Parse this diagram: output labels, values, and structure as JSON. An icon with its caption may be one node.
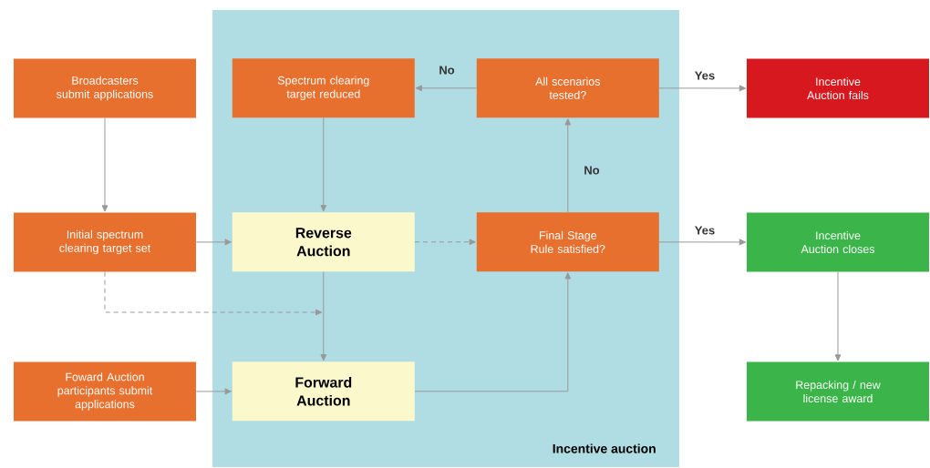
{
  "diagram": {
    "nodes": [
      {
        "text": [
          "Incentive auction"
        ]
      },
      {
        "text": [
          "Broadcasters submit applications"
        ]
      },
      {
        "text": [
          "Spectrum clearing target reduced"
        ],
        "in": 0
      },
      {
        "text": [
          "All scenarios tested?"
        ],
        "in": 0
      },
      {
        "text": [
          "Incentive Auction fails"
        ]
      },
      {
        "text": [
          "Initial spectrum clearing target set"
        ]
      },
      {
        "text": [
          "Reverse Auction"
        ],
        "in": 0
      },
      {
        "text": [
          "Final Stage Rule satisfied?"
        ],
        "in": 0
      },
      {
        "text": [
          "Incentive Auction closes"
        ]
      },
      {
        "text": [
          "Foward Auction participants submit applications"
        ]
      },
      {
        "text": [
          "Forward Auction"
        ],
        "in": 0
      },
      {
        "text": [
          "Repacking / new license award"
        ]
      }
    ],
    "edges": [
      {
        "from": 3,
        "to": 2,
        "arrow": "to",
        "label": "No"
      },
      {
        "from": 3,
        "to": 4,
        "arrow": "to",
        "label": "Yes"
      },
      {
        "from": 1,
        "to": 5,
        "arrow": "to"
      },
      {
        "from": 5,
        "to": 6,
        "arrow": "to"
      },
      {
        "from": 6,
        "to": 7,
        "arrow": "to",
        "style": "dashed"
      },
      {
        "from": 7,
        "to": 3,
        "arrow": "to",
        "label": "No"
      },
      {
        "from": 7,
        "to": 8,
        "arrow": "to",
        "label": "Yes"
      },
      {
        "from": 2,
        "to": 6,
        "arrow": "to"
      },
      {
        "from": 6,
        "to": 10,
        "arrow": "to"
      },
      {
        "from": 5,
        "to": null,
        "arrow": "to",
        "style": "dashed"
      },
      {
        "from": 9,
        "to": 10,
        "arrow": "to"
      },
      {
        "from": 10,
        "to": 7,
        "arrow": "to"
      },
      {
        "from": 8,
        "to": 11,
        "arrow": "to"
      }
    ]
  }
}
